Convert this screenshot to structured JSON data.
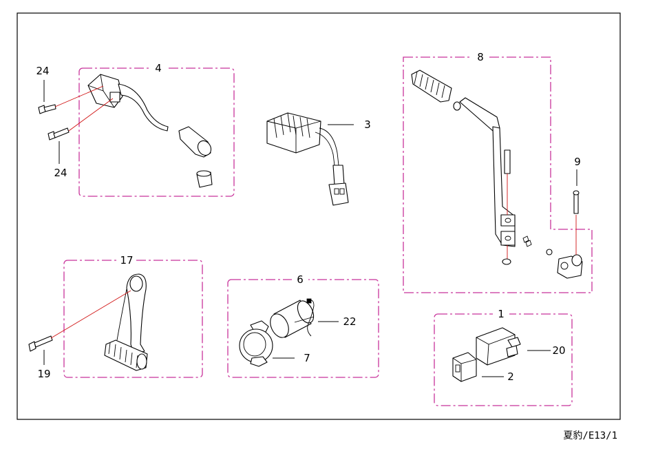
{
  "groups": {
    "g4": {
      "label": "4"
    },
    "g8": {
      "label": "8"
    },
    "g17": {
      "label": "17"
    },
    "g6": {
      "label": "6"
    },
    "g1": {
      "label": "1"
    }
  },
  "callouts": {
    "c24a": "24",
    "c24b": "24",
    "c3": "3",
    "c9": "9",
    "c22": "22",
    "c7": "7",
    "c19": "19",
    "c20": "20",
    "c2": "2"
  },
  "footer": {
    "code": "夏豹/E13/1"
  }
}
